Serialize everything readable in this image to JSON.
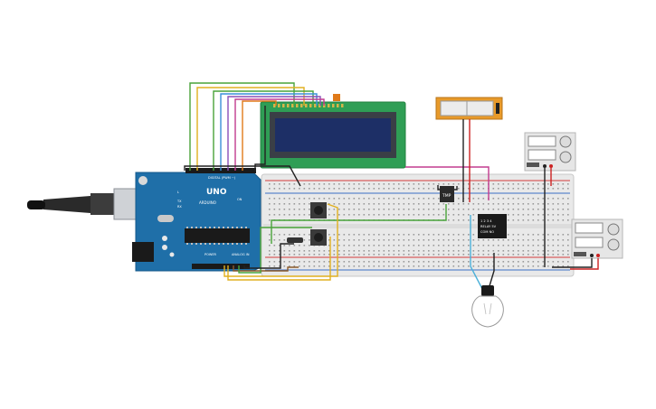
{
  "circuit": {
    "arduino": {
      "brand": "UNO",
      "maker": "ARDUINO",
      "digital_header": "DIGITAL (PWM ~)",
      "power_label": "POWER",
      "analog_label": "ANALOG IN",
      "led_labels": [
        "L",
        "TX",
        "RX",
        "ON"
      ]
    },
    "sensor_label": "TMP",
    "relay_text": [
      "1 2 3 4",
      "RELAY 5V",
      "COM NO"
    ],
    "colors": {
      "board": "#1f6fa8",
      "pcb_dark": "#15527e",
      "lcd_pcb": "#2f9e55",
      "lcd_screen": "#1d2f66",
      "breadboard": "#e9e9e9",
      "rail_red": "#d33a3a",
      "rail_blue": "#3b6fc5",
      "wire_green": "#49a33a",
      "wire_yellow": "#e0b020",
      "wire_blue": "#3a8fd9",
      "wire_purple": "#8a4fb8",
      "wire_pink": "#c23b8f",
      "wire_black": "#222222",
      "wire_red": "#cc2222",
      "wire_brown": "#8b5a2b",
      "wire_orange": "#e07a1a",
      "wire_cyan": "#4ab0d9",
      "supply_orange": "#e89a2a"
    }
  }
}
